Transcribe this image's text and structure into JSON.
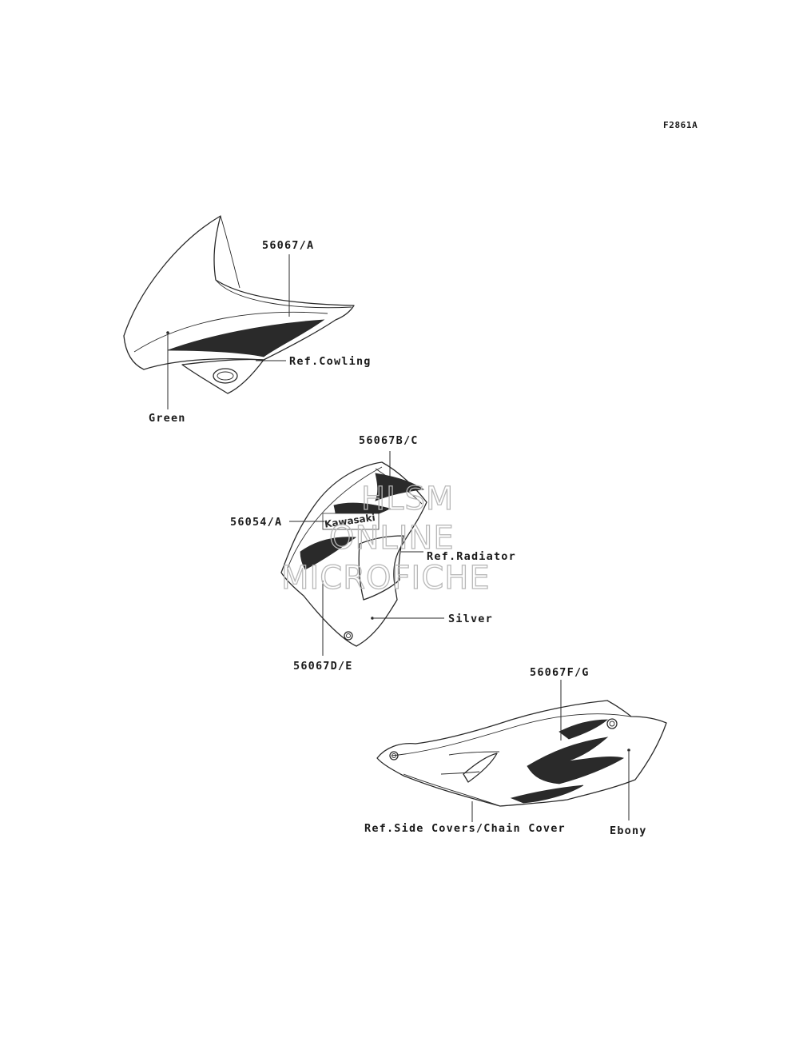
{
  "figure_code": "F2861A",
  "callouts": {
    "p56067a": "56067/A",
    "ref_cowling": "Ref.Cowling",
    "green": "Green",
    "p56067bc": "56067B/C",
    "p56054a": "56054/A",
    "ref_radiator": "Ref.Radiator",
    "silver": "Silver",
    "p56067de": "56067D/E",
    "p56067fg": "56067F/G",
    "ref_side_covers": "Ref.Side Covers/Chain Cover",
    "ebony": "Ebony"
  },
  "decal_logo": "Kawasaki",
  "watermark": {
    "line1": "HLSM",
    "line2": "ONLINE",
    "line3": "MICROFICHE"
  },
  "colors": {
    "line": "#2a2a2a",
    "watermark": "#b8b8b8",
    "background": "#ffffff"
  }
}
